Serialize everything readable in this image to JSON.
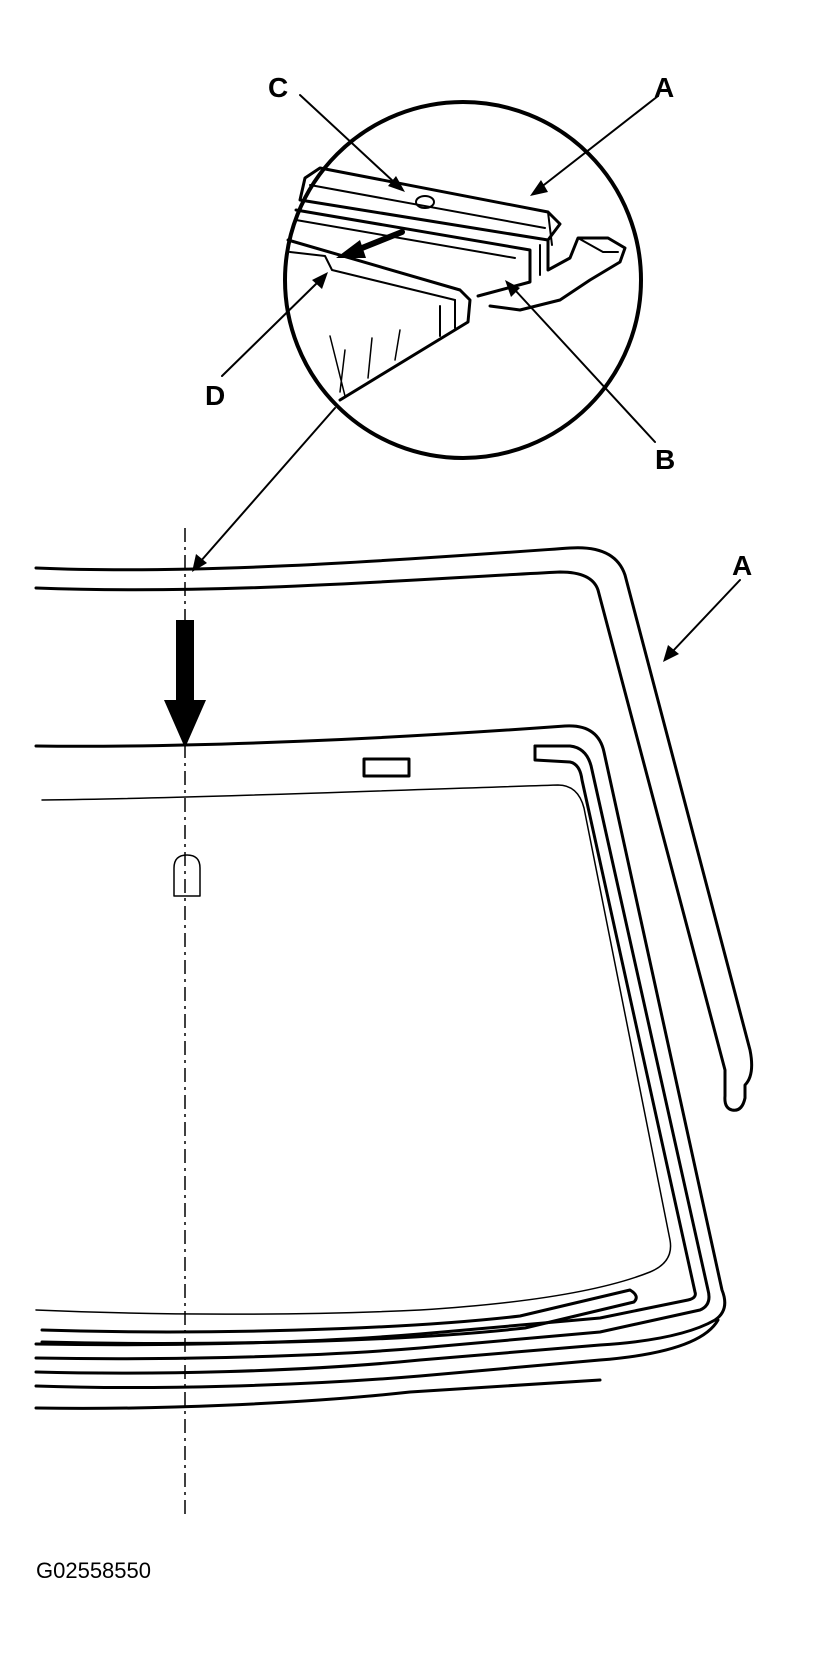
{
  "labels": {
    "detail_c": "C",
    "detail_a": "A",
    "detail_d": "D",
    "detail_b": "B",
    "main_a": "A"
  },
  "figure_id": "G02558550"
}
